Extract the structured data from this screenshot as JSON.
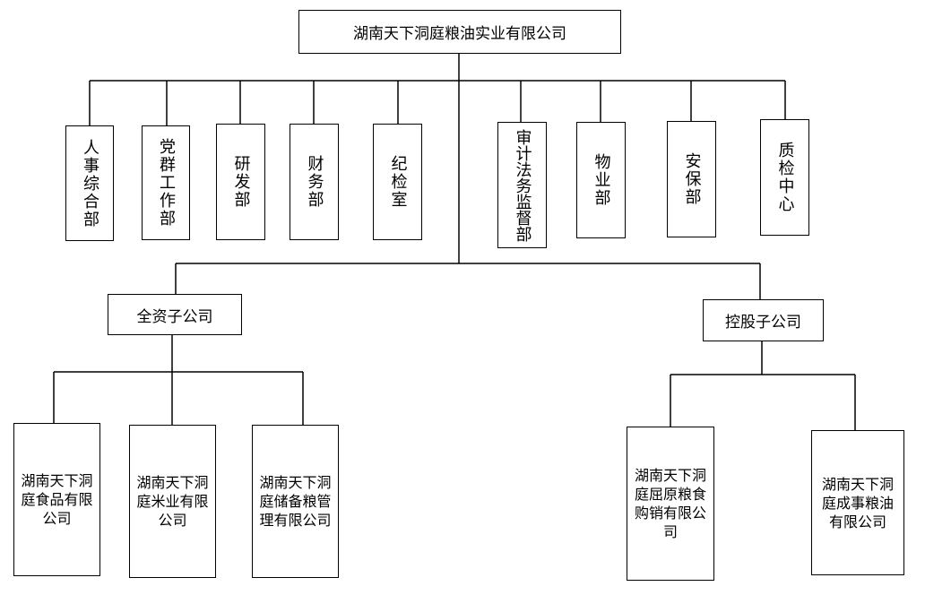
{
  "root": "湖南天下洞庭粮油实业有限公司",
  "departments": [
    "人事综合部",
    "党群工作部",
    "研发部",
    "财务部",
    "纪检室",
    "审计法务监督部",
    "物业部",
    "安保部",
    "质检中心"
  ],
  "groups": [
    {
      "label": "全资子公司",
      "companies": [
        "湖南天下洞庭食品有限公司",
        "湖南天下洞庭米业有限公司",
        "湖南天下洞庭储备粮管理有限公司"
      ]
    },
    {
      "label": "控股子公司",
      "companies": [
        "湖南天下洞庭屈原粮食购销有限公司",
        "湖南天下洞庭成事粮油有限公司"
      ]
    }
  ]
}
